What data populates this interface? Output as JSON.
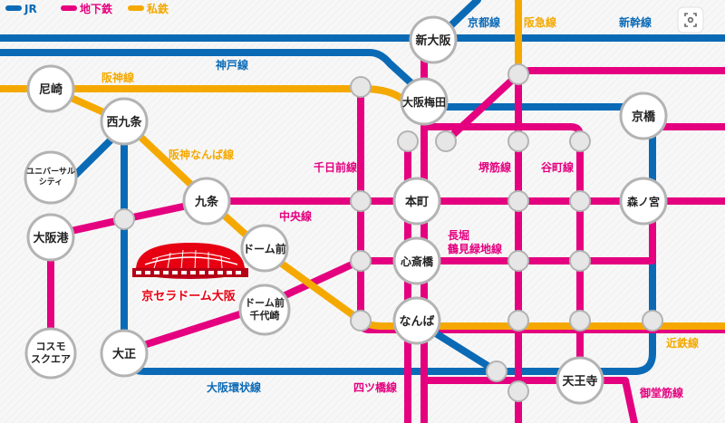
{
  "colors": {
    "jr": "#0a6ab6",
    "subway": "#e4007f",
    "private": "#f5a900",
    "station_fill": "#ffffff",
    "station_stroke": "#b3b3b3",
    "transfer_fill": "#e6e6e6",
    "dome_red": "#e60012"
  },
  "legend": [
    {
      "label": "JR",
      "color": "#0a6ab6"
    },
    {
      "label": "地下鉄",
      "color": "#e4007f"
    },
    {
      "label": "私鉄",
      "color": "#f5a900"
    }
  ],
  "lines": {
    "kyoto": {
      "name": "京都線",
      "color": "#0a6ab6"
    },
    "hankyu": {
      "name": "阪急線",
      "color": "#f5a900"
    },
    "shinkansen": {
      "name": "新幹線",
      "color": "#0a6ab6"
    },
    "kobe": {
      "name": "神戸線",
      "color": "#0a6ab6"
    },
    "hanshin": {
      "name": "阪神線",
      "color": "#f5a900"
    },
    "hanshin_namba": {
      "name": "阪神なんば線",
      "color": "#f5a900"
    },
    "sennichimae": {
      "name": "千日前線",
      "color": "#e4007f"
    },
    "sakaisuji": {
      "name": "堺筋線",
      "color": "#e4007f"
    },
    "tanimachi": {
      "name": "谷町線",
      "color": "#e4007f"
    },
    "chuo": {
      "name": "中央線",
      "color": "#e4007f"
    },
    "nagahori": {
      "name": "長堀\n鶴見緑地線",
      "color": "#e4007f"
    },
    "kintetsu": {
      "name": "近鉄線",
      "color": "#f5a900"
    },
    "loop": {
      "name": "大阪環状線",
      "color": "#0a6ab6"
    },
    "yotsubashi": {
      "name": "四ツ橋線",
      "color": "#e4007f"
    },
    "midosuji": {
      "name": "御堂筋線",
      "color": "#e4007f"
    }
  },
  "stations": {
    "shin_osaka": "新大阪",
    "amagasaki": "尼崎",
    "osaka_umeda": "大阪梅田",
    "nishikujo": "西九条",
    "kyobashi": "京橋",
    "universal_city": "ユニバーサル\nシティ",
    "kujo": "九条",
    "hommachi": "本町",
    "morinomiya": "森ノ宮",
    "osakako": "大阪港",
    "dome_mae": "ドーム前",
    "shinsaibashi": "心斎橋",
    "dome_mae_chiyozaki": "ドーム前\n千代崎",
    "namba": "なんば",
    "cosmo_square": "コスモ\nスクエア",
    "taisho": "大正",
    "tennoji": "天王寺"
  },
  "landmark": {
    "name": "京セラドーム大阪",
    "icon": "dome-icon"
  },
  "controls": {
    "fullscreen_icon": "expand-icon"
  }
}
